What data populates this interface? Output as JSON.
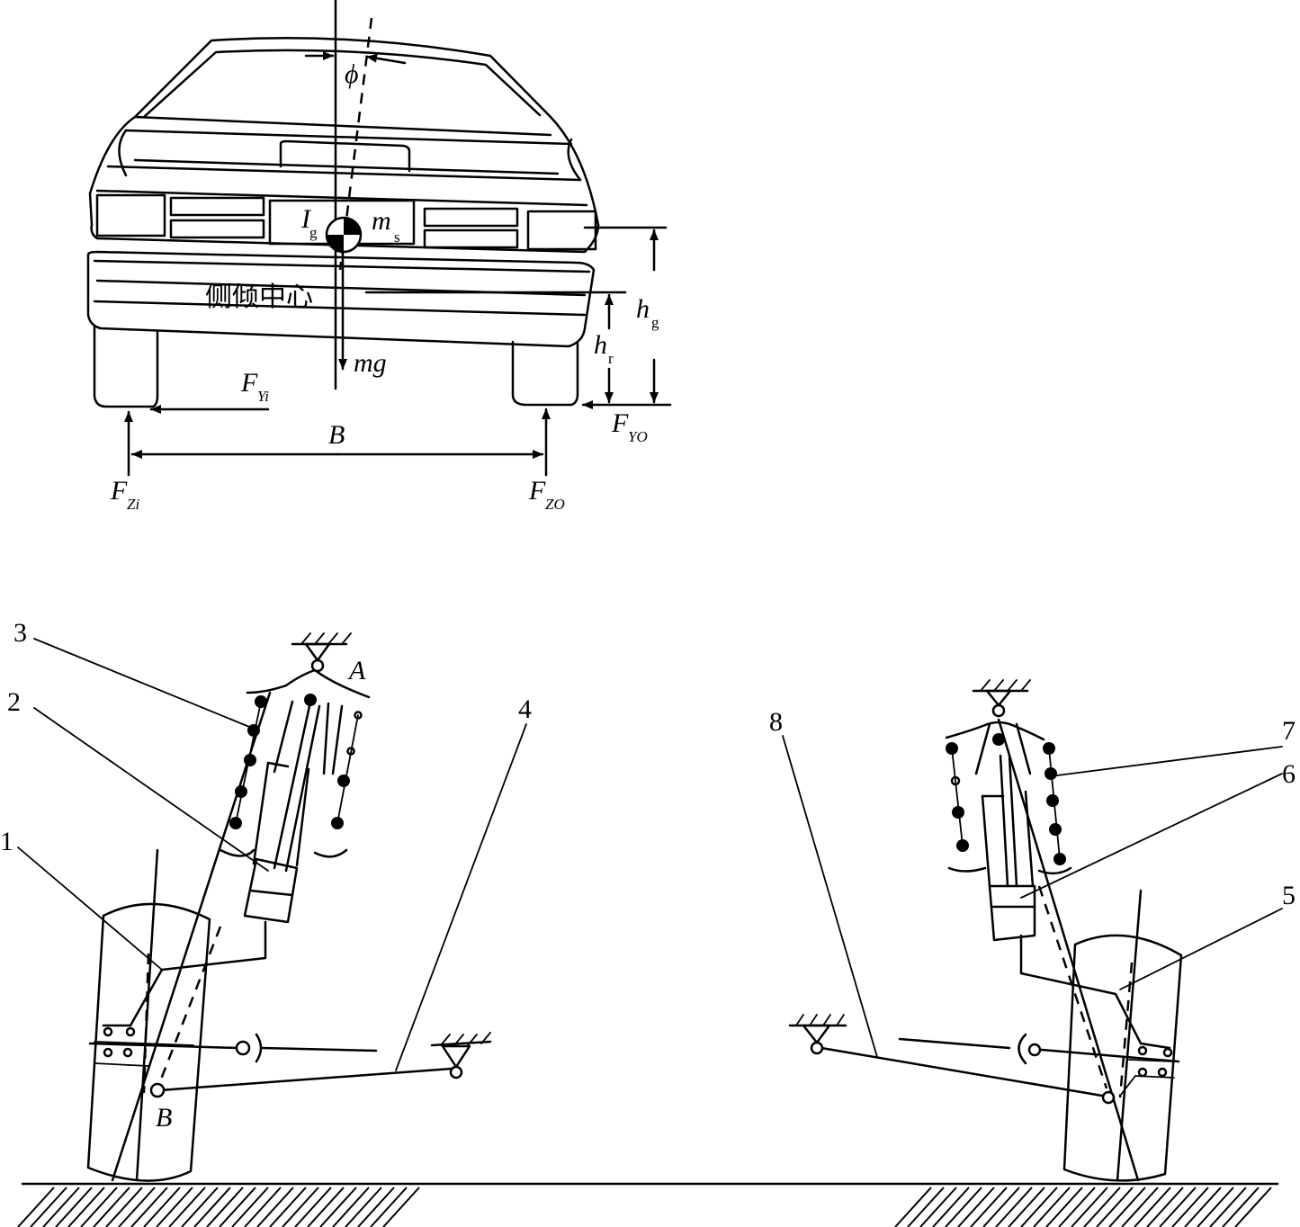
{
  "labels": {
    "phi": "ϕ",
    "ig_main": "I",
    "ig_sub": "g",
    "ms_main": "m",
    "ms_sub": "s",
    "roll_center": "侧倾中心",
    "mg": "mg",
    "hg_main": "h",
    "hg_sub": "g",
    "hr_main": "h",
    "hr_sub": "r",
    "fyi_main": "F",
    "fyi_sub": "Yi",
    "fyo_main": "F",
    "fyo_sub": "YO",
    "b_track": "B",
    "fzi_main": "F",
    "fzi_sub": "Zi",
    "fzo_main": "F",
    "fzo_sub": "ZO",
    "point_a": "A",
    "point_b": "B"
  },
  "callouts": [
    "1",
    "2",
    "3",
    "4",
    "5",
    "6",
    "7",
    "8"
  ]
}
